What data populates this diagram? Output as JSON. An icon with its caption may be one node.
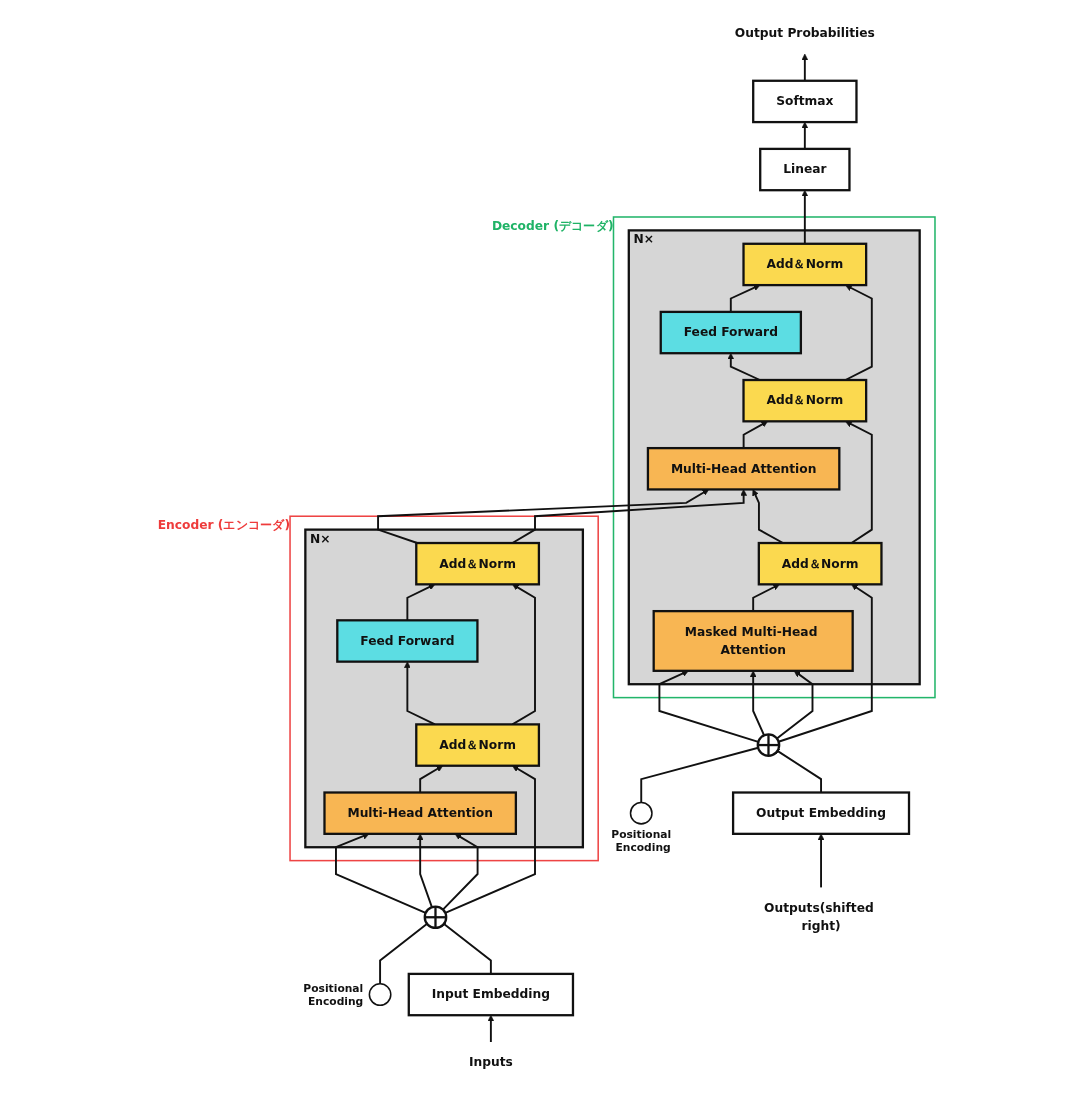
{
  "diagram": {
    "nodes": [
      {
        "text": [
          "Output Probabilities"
        ]
      },
      {
        "text": [
          "Softmax"
        ]
      },
      {
        "text": [
          "Linear"
        ]
      },
      {
        "text": [
          "Encoder (エンコーダ)"
        ]
      },
      {
        "text": [],
        "shape": "box",
        "in": 3,
        "beside": [
          "N×"
        ]
      },
      {
        "text": [
          "Add＆Norm"
        ],
        "in": 4
      },
      {
        "text": [
          "Feed Forward"
        ],
        "in": 4
      },
      {
        "text": [
          "Add＆Norm"
        ],
        "in": 4
      },
      {
        "text": [
          "Multi-Head Attention"
        ],
        "in": 4
      },
      {
        "text": [
          "Decoder (デコーダ)"
        ]
      },
      {
        "text": [],
        "shape": "box",
        "in": 9,
        "beside": [
          "N×"
        ]
      },
      {
        "text": [
          "Add＆Norm"
        ],
        "in": 10
      },
      {
        "text": [
          "Feed Forward"
        ],
        "in": 10
      },
      {
        "text": [
          "Add＆Norm"
        ],
        "in": 10
      },
      {
        "text": [
          "Multi-Head Attention"
        ],
        "in": 10
      },
      {
        "text": [
          "Add＆Norm"
        ],
        "in": 10
      },
      {
        "text": [
          "Masked Multi-Head Attention"
        ],
        "in": 10
      },
      {
        "text": [],
        "shape": "circle",
        "beside": [
          "Positional Encoding"
        ]
      },
      {
        "text": [],
        "shape": "circle"
      },
      {
        "text": [],
        "shape": "circle"
      },
      {
        "text": [],
        "shape": "circle",
        "beside": [
          "Positional Encoding"
        ]
      },
      {
        "text": [
          "Input Embedding"
        ]
      },
      {
        "text": [
          "Output Embedding"
        ]
      },
      {
        "text": [
          "Inputs"
        ]
      },
      {
        "text": [
          "Outputs(shifted right)"
        ]
      }
    ],
    "edges": [
      {
        "from": 23,
        "to": 21,
        "arrow": "to"
      },
      {
        "from": 21,
        "to": 18,
        "arrow": "to"
      },
      {
        "from": 17,
        "to": 18,
        "arrow": "none"
      },
      {
        "from": 18,
        "to": 8,
        "arrow": "to"
      },
      {
        "from": 18,
        "to": 8,
        "arrow": "to"
      },
      {
        "from": 18,
        "to": 8,
        "arrow": "to"
      },
      {
        "from": 18,
        "to": 7,
        "arrow": "to"
      },
      {
        "from": 8,
        "to": 7,
        "arrow": "to"
      },
      {
        "from": 7,
        "to": 6,
        "arrow": "to"
      },
      {
        "from": 7,
        "to": 5,
        "arrow": "to"
      },
      {
        "from": 6,
        "to": 5,
        "arrow": "to"
      },
      {
        "from": 5,
        "to": 14,
        "arrow": "to"
      },
      {
        "from": 5,
        "to": 14,
        "arrow": "to"
      },
      {
        "from": 24,
        "to": 22,
        "arrow": "to"
      },
      {
        "from": 22,
        "to": 19,
        "arrow": "to"
      },
      {
        "from": 20,
        "to": 19,
        "arrow": "none"
      },
      {
        "from": 19,
        "to": 16,
        "arrow": "to"
      },
      {
        "from": 19,
        "to": 16,
        "arrow": "to"
      },
      {
        "from": 19,
        "to": 16,
        "arrow": "to"
      },
      {
        "from": 19,
        "to": 15,
        "arrow": "to"
      },
      {
        "from": 16,
        "to": 15,
        "arrow": "to"
      },
      {
        "from": 15,
        "to": 14,
        "arrow": "to"
      },
      {
        "from": 15,
        "to": 13,
        "arrow": "to"
      },
      {
        "from": 14,
        "to": 13,
        "arrow": "to"
      },
      {
        "from": 13,
        "to": 12,
        "arrow": "to"
      },
      {
        "from": 13,
        "to": 11,
        "arrow": "to"
      },
      {
        "from": 12,
        "to": 11,
        "arrow": "to"
      },
      {
        "from": 11,
        "to": 2,
        "arrow": "to"
      },
      {
        "from": 2,
        "to": 1,
        "arrow": "to"
      },
      {
        "from": 1,
        "to": 0,
        "arrow": "to"
      }
    ]
  }
}
